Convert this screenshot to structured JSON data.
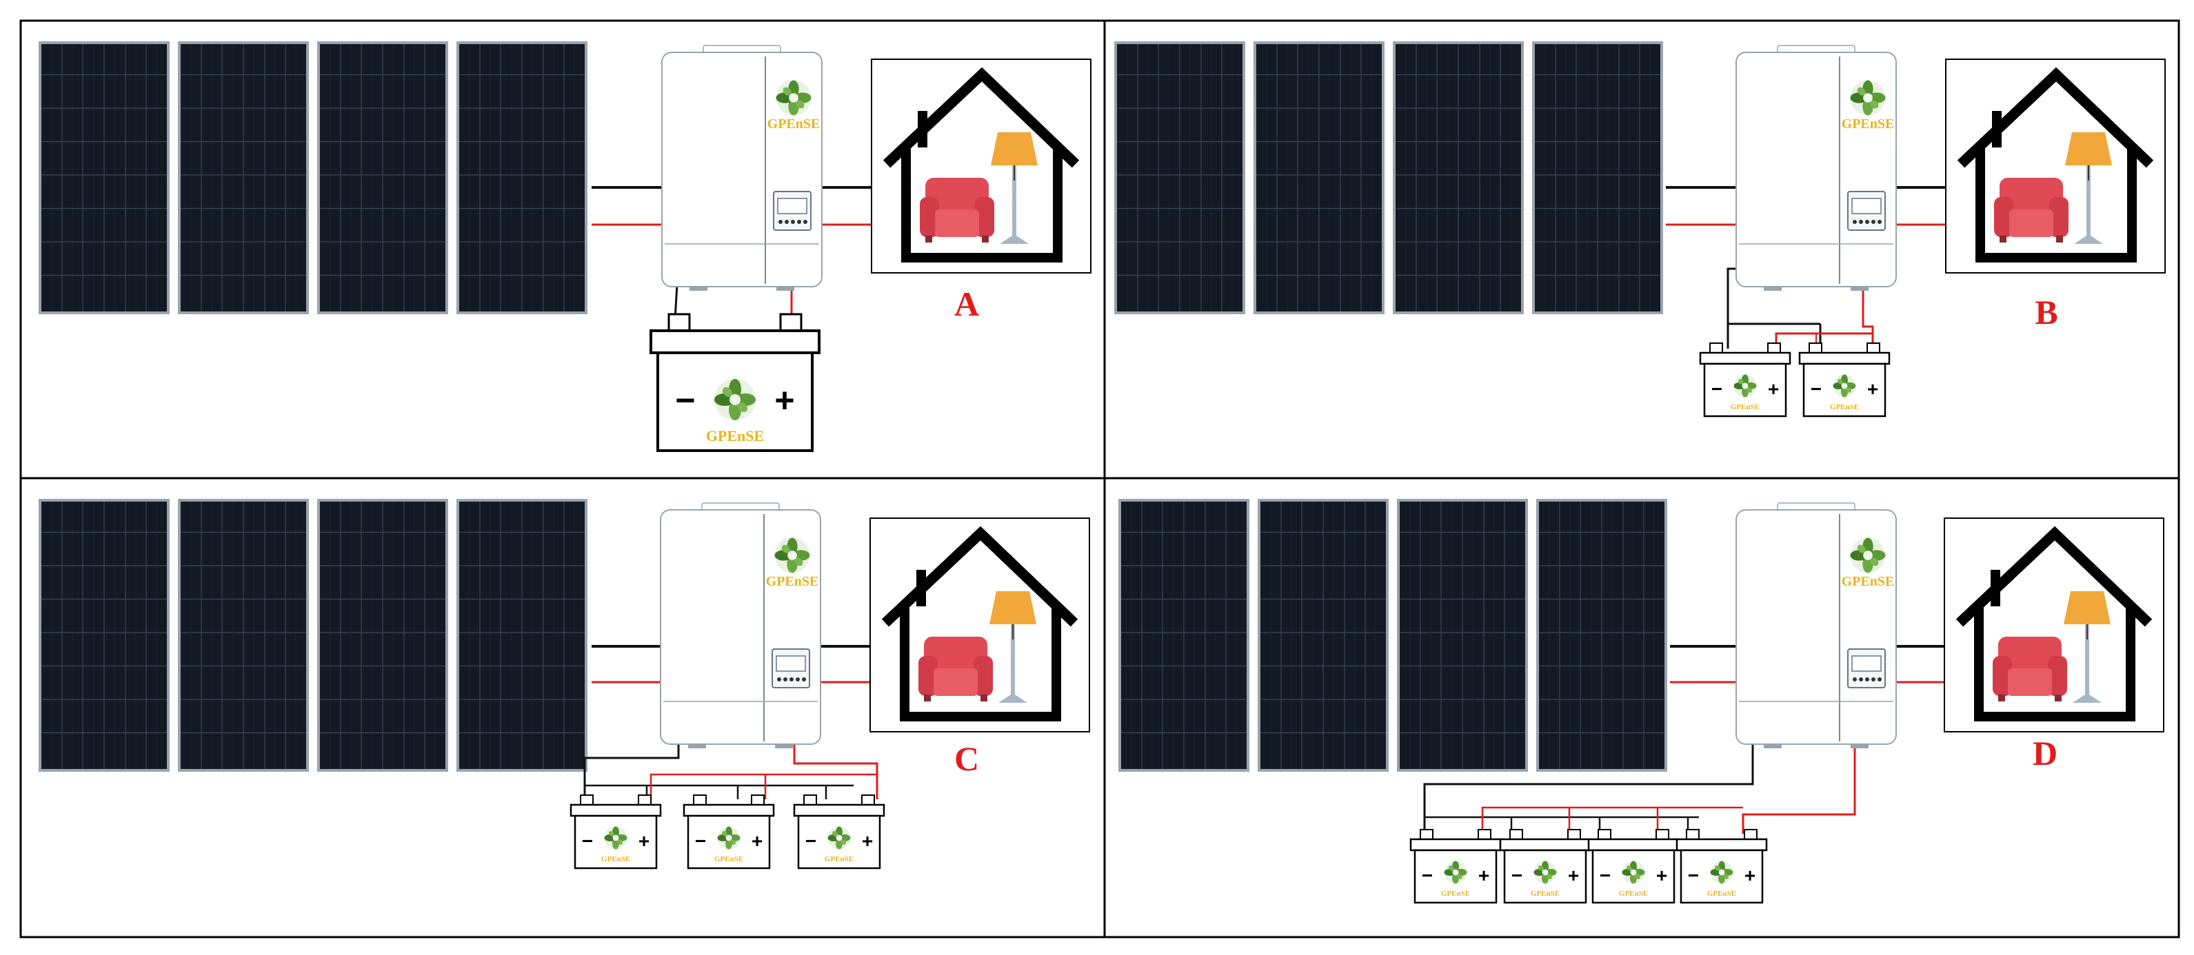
{
  "figure": {
    "panels": [
      {
        "id": "panel-a",
        "label": "A",
        "battery_count": 1
      },
      {
        "id": "panel-b",
        "label": "B",
        "battery_count": 2
      },
      {
        "id": "panel-c",
        "label": "C",
        "battery_count": 3
      },
      {
        "id": "panel-d",
        "label": "D",
        "battery_count": 4
      }
    ]
  },
  "brand": {
    "name": "GPEnSE",
    "minus": "−",
    "plus": "+"
  },
  "colors": {
    "label": "#e31b1b",
    "brand": "#e8b51a",
    "wire_positive": "#e31b1b",
    "wire_negative": "#111111",
    "panel_frame": "#9aa3ad",
    "panel_cell": "#141a24",
    "panel_grid": "#3a4656",
    "sofa": "#e04a55",
    "lamp_shade": "#f2a73b",
    "lamp_pole": "#a8b6c4",
    "leaf": "#4f8f2f"
  },
  "icons": {
    "solar": "solar-panel-icon",
    "inverter": "inverter-icon",
    "house": "house-icon",
    "sofa": "sofa-icon",
    "lamp": "floor-lamp-icon",
    "battery": "battery-icon",
    "logo": "gpense-logo-icon"
  }
}
